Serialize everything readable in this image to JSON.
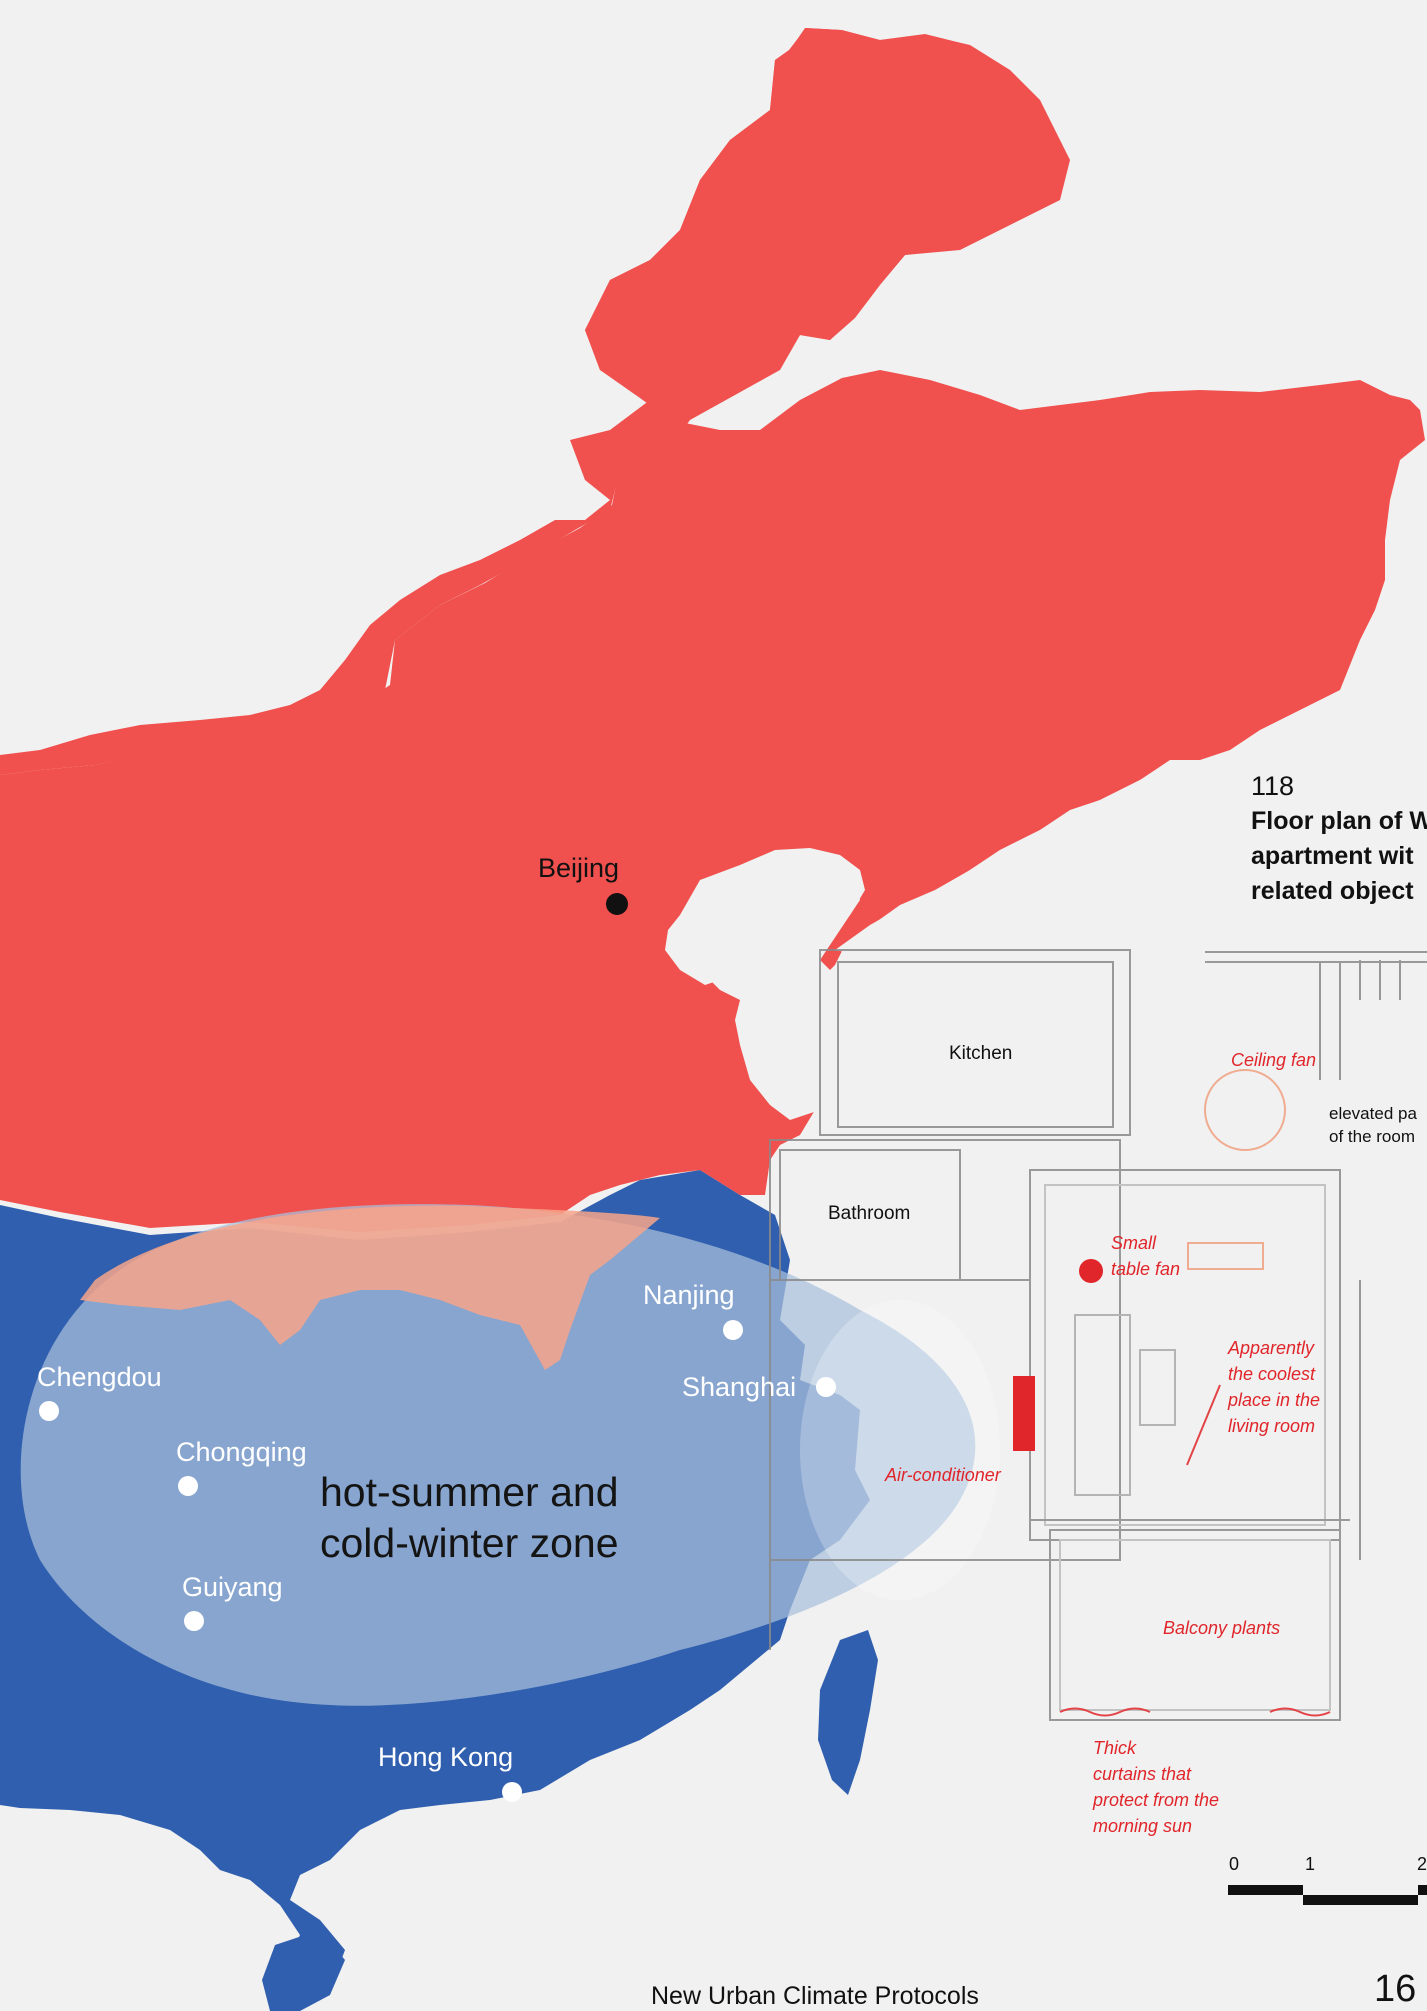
{
  "colors": {
    "background": "#f1f1f1",
    "north_region": "#f0514e",
    "south_region": "#2f5fae",
    "zone_overlay": "#a9c0dc",
    "zone_overlay_on_red": "#f7a48a",
    "floorplan_accent": "#e0262b"
  },
  "map": {
    "cities": [
      {
        "name": "Beijing",
        "style": "dark"
      },
      {
        "name": "Nanjing",
        "style": "light"
      },
      {
        "name": "Shanghai",
        "style": "light"
      },
      {
        "name": "Chengdou",
        "style": "light"
      },
      {
        "name": "Chongqing",
        "style": "light"
      },
      {
        "name": "Guiyang",
        "style": "light"
      },
      {
        "name": "Hong Kong",
        "style": "light"
      }
    ],
    "zone_label_line1": "hot-summer and",
    "zone_label_line2": "cold-winter zone"
  },
  "figure": {
    "number": "118",
    "title_line1": "Floor plan of W",
    "title_line2": "apartment wit",
    "title_line3": "related object"
  },
  "floorplan": {
    "rooms": [
      "Kitchen",
      "Bathroom"
    ],
    "elevated_line1": "elevated pa",
    "elevated_line2": "of the room",
    "notes": {
      "ceiling_fan": "Ceiling fan",
      "table_fan_line1": "Small",
      "table_fan_line2": "table fan",
      "coolest_line1": "Apparently",
      "coolest_line2": "the coolest",
      "coolest_line3": "place in the",
      "coolest_line4": "living room",
      "air_conditioner": "Air-conditioner",
      "balcony": "Balcony plants",
      "curtains_line1": "Thick",
      "curtains_line2": "curtains that",
      "curtains_line3": "protect from the",
      "curtains_line4": "morning sun"
    },
    "scale_labels": [
      "0",
      "1",
      "2"
    ]
  },
  "footer": {
    "title": "New Urban Climate Protocols",
    "page_number": "16"
  }
}
